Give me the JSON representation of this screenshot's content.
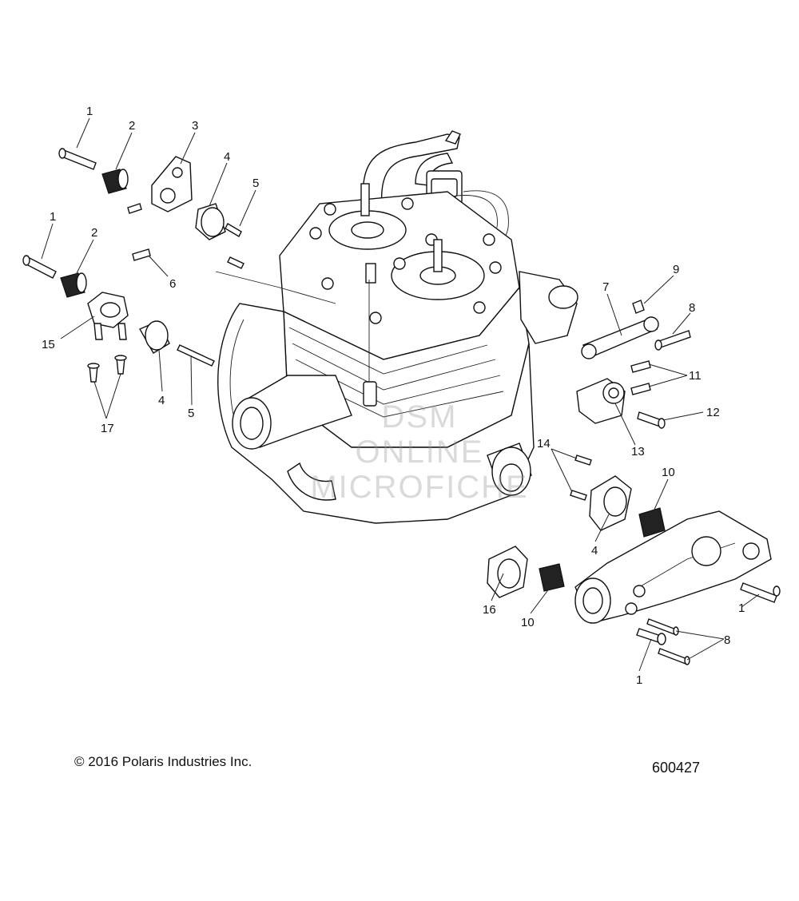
{
  "callouts": {
    "c1a": "1",
    "c2a": "2",
    "c3": "3",
    "c4a": "4",
    "c5a": "5",
    "c1b": "1",
    "c2b": "2",
    "c6": "6",
    "c15": "15",
    "c4b": "4",
    "c5b": "5",
    "c17": "17",
    "c7": "7",
    "c9": "9",
    "c8a": "8",
    "c11": "11",
    "c12": "12",
    "c13": "13",
    "c14": "14",
    "c10a": "10",
    "c4c": "4",
    "c16": "16",
    "c10b": "10",
    "c1c": "1",
    "c8b": "8",
    "c1d": "1"
  },
  "watermark": [
    "DSM",
    "ONLINE",
    "MICROFICHE"
  ],
  "footer": {
    "copyright": "© 2016 Polaris Industries Inc.",
    "figure_number": "600427"
  },
  "colors": {
    "line": "#111111",
    "background": "#ffffff"
  }
}
